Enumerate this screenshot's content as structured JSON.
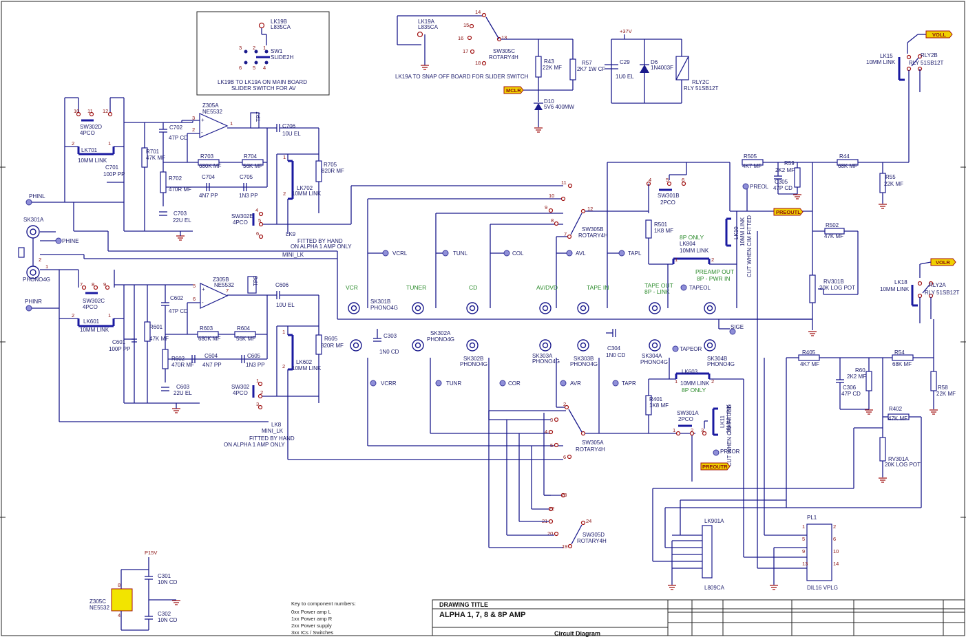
{
  "title_block": {
    "drawing_title_label": "DRAWING TITLE",
    "title": "ALPHA 1, 7, 8 & 8P AMP",
    "subtitle": "Circuit Diagram"
  },
  "key": {
    "heading": "Key to component numbers:",
    "lines": [
      "0xx  Power amp L",
      "1xx  Power amp R",
      "2xx  Power supply",
      "3xx  ICs / Switches"
    ]
  },
  "notes": {
    "inset_line1": "LK19B TO LK19A ON MAIN BOARD",
    "inset_line2": "SLIDER SWITCH FOR AV",
    "snap_off": "LK19A TO SNAP OFF BOARD FOR SLIDER SWITCH",
    "fitted_l1": "FITTED BY HAND",
    "fitted_l2": "ON ALPHA 1 AMP ONLY",
    "fitted_r1": "FITTED BY HAND",
    "fitted_r2": "ON ALPHA 1 AMP ONLY",
    "cut_when_l": "CUT WHEN CIM FITTED",
    "cut_when_r": "CUT WHEN CIM FITTED",
    "mini_lk_top": "MINI_LK",
    "mini_lk_bot": "MINI_LK",
    "eight_p_only": "8P ONLY",
    "eight_p_only2": "8P ONLY",
    "preamp_out": "PREAMP OUT",
    "pwr_in": "8P - PWR IN",
    "tape_out": "TAPE OUT",
    "eight_p_link": "8P - LINK"
  },
  "sources": {
    "vcr": "VCR",
    "tuner": "TUNER",
    "cd": "CD",
    "av": "AV/DVD",
    "tape_in": "TAPE IN"
  },
  "nets": {
    "vcrl": "VCRL",
    "tunl": "TUNL",
    "col": "COL",
    "avl": "AVL",
    "tapl": "TAPL",
    "vcrr": "VCRR",
    "tunr": "TUNR",
    "cor": "COR",
    "avr": "AVR",
    "tapr": "TAPR",
    "phinl": "PHINL",
    "phine": "PHINE",
    "phinr": "PHINR",
    "preol": "PREOL",
    "preor": "PREOR",
    "tapeol": "TAPEOL",
    "tapeor": "TAPEOR",
    "sige": "SIGE"
  },
  "flags": {
    "voll": "VOLL",
    "volr": "VOLR",
    "mclr": "MCLR",
    "preoutl": "PREOUTL",
    "preoutr": "PREOUTR"
  },
  "rails": {
    "p37": "+37V",
    "p15": "P15V"
  },
  "components": {
    "lk19b": "LK19B",
    "l835ca_b": "L835CA",
    "sw1": "SW1",
    "slide2h": "SLIDE2H",
    "lk19a": "LK19A",
    "l835ca_a": "L835CA",
    "sw305c": "SW305C",
    "rotary4h_c": "ROTARY4H",
    "r43": "R43",
    "r43v": "22K MF",
    "r57": "R57",
    "r57v": "2K7 1W CF",
    "c29": "C29",
    "c29v": "1U0 EL",
    "d6": "D6",
    "d6v": "1N4003F",
    "rly2c": "RLY2C",
    "rly2cv": "RLY 51SB12T",
    "d10": "D10",
    "d10v": "5V6 400MW",
    "sw302d": "SW302D",
    "pco4_d": "4PCO",
    "lk701": "LK701",
    "lk701v": "10MM LINK",
    "c701": "C701",
    "c701v": "100P PP",
    "z305a": "Z305A",
    "ne5532a": "NE5532",
    "c702": "C702",
    "c702v": "47P CD",
    "r701": "R701",
    "r701v": "47K MF",
    "r703": "R703",
    "r703v": "680K MF",
    "r704": "R704",
    "r704v": "56K MF",
    "r702": "R702",
    "r702v": "470R MF",
    "c704": "C704",
    "c704v": "4N7 PP",
    "c705": "C705",
    "c705v": "1N3 PP",
    "c703": "C703",
    "c703v": "22U EL",
    "tp7": "TP7",
    "c706": "C706",
    "c706v": "10U EL",
    "r705": "R705",
    "r705v": "820R MF",
    "lk702": "LK702",
    "lk702v": "10MM LINK",
    "sw302e": "SW302E",
    "pco4_e": "4PCO",
    "lk9": "LK9",
    "sk301a": "SK301A",
    "phono4g_a": "PHONO4G",
    "sw302c": "SW302C",
    "pco4_c": "4PCO",
    "lk601": "LK601",
    "lk601v": "10MM LINK",
    "c601": "C601",
    "c601v": "100P PP",
    "z305b": "Z305B",
    "ne5532b": "NE5532",
    "c602": "C602",
    "c602v": "47P CD",
    "r601": "R601",
    "r601v": "47K MF",
    "r603": "R603",
    "r603v": "680K MF",
    "r604": "R604",
    "r604v": "56K MF",
    "r602": "R602",
    "r602v": "470R MF",
    "c604": "C604",
    "c604v": "4N7 PP",
    "c605": "C605",
    "c605v": "1N3 PP",
    "c603": "C603",
    "c603v": "22U EL",
    "tp8": "TP8",
    "c606": "C606",
    "c606v": "10U EL",
    "r605": "R605",
    "r605v": "820R MF",
    "lk602": "LK602",
    "lk602v": "10MM LINK",
    "sw302": "SW302",
    "pco4_f": "4PCO",
    "lk8": "LK8",
    "sk301b": "SK301B",
    "phono4g_b": "PHONO4G",
    "sk302a": "SK302A",
    "phono4g_c": "PHONO4G",
    "sk302b": "SK302B",
    "phono4g_d": "PHONO4G",
    "sk303a": "SK303A",
    "phono4g_e": "PHONO4G",
    "sk303b": "SK303B",
    "phono4g_f": "PHONO4G",
    "sk304a": "SK304A",
    "phono4g_g": "PHONO4G",
    "sk304b": "SK304B",
    "phono4g_h": "PHONO4G",
    "c303": "C303",
    "c303v": "1N0 CD",
    "c304": "C304",
    "c304v": "1N0 CD",
    "sw305b": "SW305B",
    "rotary4h_b": "ROTARY4H",
    "sw305a": "SW305A",
    "rotary4h_a": "ROTARY4H",
    "sw305d": "SW305D",
    "rotary4h_d": "ROTARY4H",
    "sw301b": "SW301B",
    "pco2_b": "2PCO",
    "sw301a": "SW301A",
    "pco2_a": "2PCO",
    "r501": "R501",
    "r501v": "1K8 MF",
    "r401": "R401",
    "r401v": "1K8 MF",
    "lk804": "LK804",
    "lk804v": "10MM LINK",
    "lk603": "LK603",
    "lk603v": "10MM LINK",
    "lk10": "LK10",
    "lk10v": "10MM LINK",
    "lk11": "LK11",
    "lk11v": "10MM LINK",
    "r505": "R505",
    "r505v": "4K7 MF",
    "r59": "R59",
    "r59v": "2K2 MF",
    "c305": "C305",
    "c305v": "47P CD",
    "r44": "R44",
    "r44v": "68K MF",
    "r55": "R55",
    "r55v": "22K MF",
    "r502": "R502",
    "r502v": "47K MF",
    "rv301b": "RV301B",
    "rv301bv": "20K LOG POT",
    "lk15": "LK15",
    "lk15v": "10MM LINK",
    "rly2b": "RLY2B",
    "rly2bv": "RLY 51SB12T",
    "lk18": "LK18",
    "lk18v": "10MM LINK",
    "rly2a": "RLY2A",
    "rly2av": "RLY 51SB12T",
    "r405": "R405",
    "r405v": "4K7 MF",
    "r60": "R60",
    "r60v": "2K2 MF",
    "c306": "C306",
    "c306v": "47P CD",
    "r54": "R54",
    "r54v": "68K MF",
    "r58": "R58",
    "r58v": "22K MF",
    "r402": "R402",
    "r402v": "47K MF",
    "rv301a": "RV301A",
    "rv301av": "20K LOG POT",
    "lk901a": "LK901A",
    "l809ca": "L809CA",
    "pl1": "PL1",
    "dil16": "DIL16 VPLG",
    "z305c": "Z305C",
    "ne5532c": "NE5532",
    "c301": "C301",
    "c301v": "10N CD",
    "c302": "C302",
    "c302v": "10N CD"
  },
  "pins": {
    "n1": "1",
    "n2": "2",
    "n3": "3",
    "n4": "4",
    "n5": "5",
    "n6": "6",
    "n7": "7",
    "n8": "8",
    "n9": "9",
    "n10": "10",
    "n11": "11",
    "n12": "12",
    "n13": "13",
    "n14": "14",
    "n15": "15",
    "n16": "16",
    "n17": "17",
    "n18": "18",
    "n19": "19",
    "n20": "20",
    "n21": "21",
    "n22": "22",
    "n23": "23",
    "n24": "24",
    "plus": "+",
    "minus": "-"
  }
}
